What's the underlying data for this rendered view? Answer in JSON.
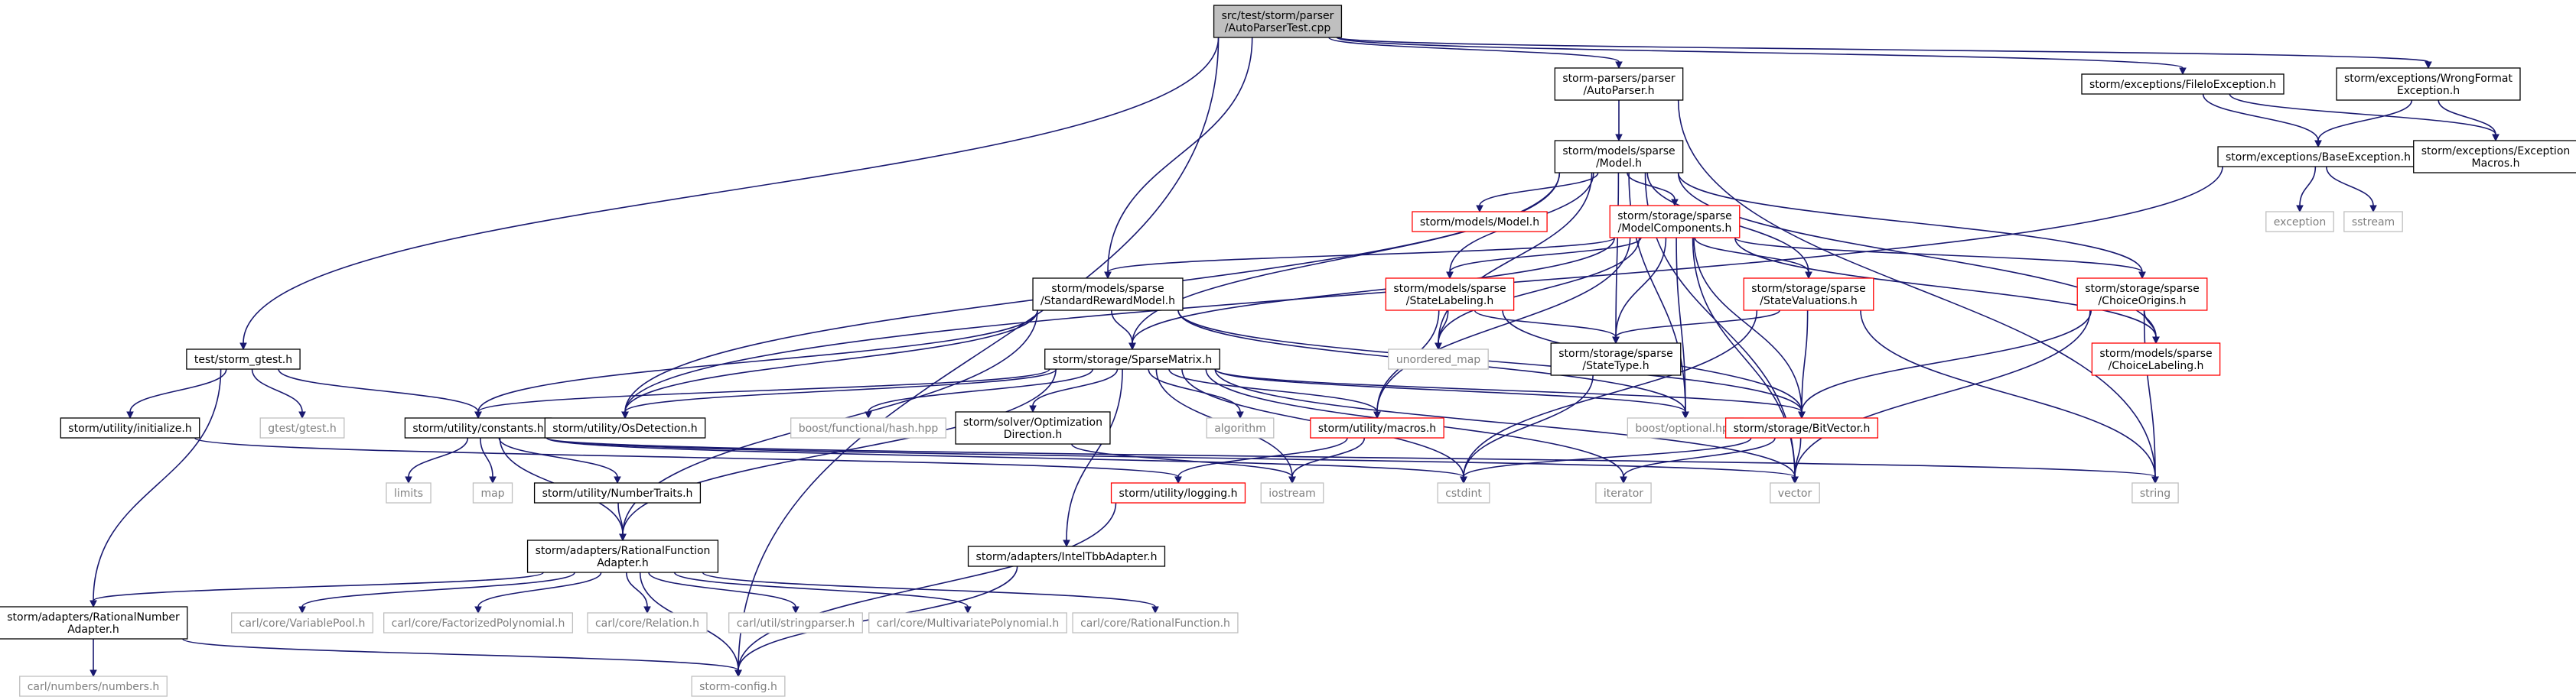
{
  "colors": {
    "edge": "#191970",
    "defined_border": "#000000",
    "truncated_border": "#ff0000",
    "system_border": "#bfbfbf",
    "root_fill": "#bfbfbf",
    "system_text": "#7f7f7f"
  },
  "nodes": [
    {
      "id": "root",
      "lines": [
        "src/test/storm/parser",
        "/AutoParserTest.cpp"
      ],
      "kind": "root"
    },
    {
      "id": "autoparser",
      "lines": [
        "storm-parsers/parser",
        "/AutoParser.h"
      ],
      "kind": "defined"
    },
    {
      "id": "fileio",
      "lines": [
        "storm/exceptions/FileIoException.h"
      ],
      "kind": "defined"
    },
    {
      "id": "wrongformat",
      "lines": [
        "storm/exceptions/WrongFormat",
        "Exception.h"
      ],
      "kind": "defined"
    },
    {
      "id": "model",
      "lines": [
        "storm/models/sparse",
        "/Model.h"
      ],
      "kind": "defined"
    },
    {
      "id": "baseexc",
      "lines": [
        "storm/exceptions/BaseException.h"
      ],
      "kind": "defined"
    },
    {
      "id": "excmacros",
      "lines": [
        "storm/exceptions/Exception",
        "Macros.h"
      ],
      "kind": "defined"
    },
    {
      "id": "modelsmodel",
      "lines": [
        "storm/models/Model.h"
      ],
      "kind": "truncated"
    },
    {
      "id": "modelcomp",
      "lines": [
        "storm/storage/sparse",
        "/ModelComponents.h"
      ],
      "kind": "truncated"
    },
    {
      "id": "exception",
      "lines": [
        "exception"
      ],
      "kind": "system"
    },
    {
      "id": "sstream",
      "lines": [
        "sstream"
      ],
      "kind": "system"
    },
    {
      "id": "stdreward",
      "lines": [
        "storm/models/sparse",
        "/StandardRewardModel.h"
      ],
      "kind": "defined"
    },
    {
      "id": "statelabeling",
      "lines": [
        "storm/models/sparse",
        "/StateLabeling.h"
      ],
      "kind": "truncated"
    },
    {
      "id": "statevals",
      "lines": [
        "storm/storage/sparse",
        "/StateValuations.h"
      ],
      "kind": "truncated"
    },
    {
      "id": "choiceorigins",
      "lines": [
        "storm/storage/sparse",
        "/ChoiceOrigins.h"
      ],
      "kind": "truncated"
    },
    {
      "id": "unorderedmap",
      "lines": [
        "unordered_map"
      ],
      "kind": "system"
    },
    {
      "id": "statetype",
      "lines": [
        "storm/storage/sparse",
        "/StateType.h"
      ],
      "kind": "defined"
    },
    {
      "id": "choicelabeling",
      "lines": [
        "storm/models/sparse",
        "/ChoiceLabeling.h"
      ],
      "kind": "truncated"
    },
    {
      "id": "gtestroot",
      "lines": [
        "test/storm_gtest.h"
      ],
      "kind": "defined"
    },
    {
      "id": "sparsematrix",
      "lines": [
        "storm/storage/SparseMatrix.h"
      ],
      "kind": "defined"
    },
    {
      "id": "initialize",
      "lines": [
        "storm/utility/initialize.h"
      ],
      "kind": "defined"
    },
    {
      "id": "gtesth",
      "lines": [
        "gtest/gtest.h"
      ],
      "kind": "system"
    },
    {
      "id": "constants",
      "lines": [
        "storm/utility/constants.h"
      ],
      "kind": "defined"
    },
    {
      "id": "osdetection",
      "lines": [
        "storm/utility/OsDetection.h"
      ],
      "kind": "defined"
    },
    {
      "id": "boosthash",
      "lines": [
        "boost/functional/hash.hpp"
      ],
      "kind": "system"
    },
    {
      "id": "optdir",
      "lines": [
        "storm/solver/Optimization",
        "Direction.h"
      ],
      "kind": "defined"
    },
    {
      "id": "algorithm",
      "lines": [
        "algorithm"
      ],
      "kind": "system"
    },
    {
      "id": "macros",
      "lines": [
        "storm/utility/macros.h"
      ],
      "kind": "truncated"
    },
    {
      "id": "boostoptional",
      "lines": [
        "boost/optional.hpp"
      ],
      "kind": "system"
    },
    {
      "id": "bitvector",
      "lines": [
        "storm/storage/BitVector.h"
      ],
      "kind": "truncated"
    },
    {
      "id": "limits",
      "lines": [
        "limits"
      ],
      "kind": "system"
    },
    {
      "id": "map",
      "lines": [
        "map"
      ],
      "kind": "system"
    },
    {
      "id": "numbertraits",
      "lines": [
        "storm/utility/NumberTraits.h"
      ],
      "kind": "defined"
    },
    {
      "id": "logging",
      "lines": [
        "storm/utility/logging.h"
      ],
      "kind": "truncated"
    },
    {
      "id": "iostream",
      "lines": [
        "iostream"
      ],
      "kind": "system"
    },
    {
      "id": "cstdint",
      "lines": [
        "cstdint"
      ],
      "kind": "system"
    },
    {
      "id": "iterator",
      "lines": [
        "iterator"
      ],
      "kind": "system"
    },
    {
      "id": "vector",
      "lines": [
        "vector"
      ],
      "kind": "system"
    },
    {
      "id": "string",
      "lines": [
        "string"
      ],
      "kind": "system"
    },
    {
      "id": "intelttb",
      "lines": [
        "storm/adapters/IntelTbbAdapter.h"
      ],
      "kind": "defined"
    },
    {
      "id": "ratfuncadapter",
      "lines": [
        "storm/adapters/RationalFunction",
        "Adapter.h"
      ],
      "kind": "defined"
    },
    {
      "id": "ratnumadapter",
      "lines": [
        "storm/adapters/RationalNumber",
        "Adapter.h"
      ],
      "kind": "defined"
    },
    {
      "id": "varpool",
      "lines": [
        "carl/core/VariablePool.h"
      ],
      "kind": "system"
    },
    {
      "id": "factpoly",
      "lines": [
        "carl/core/FactorizedPolynomial.h"
      ],
      "kind": "system"
    },
    {
      "id": "relation",
      "lines": [
        "carl/core/Relation.h"
      ],
      "kind": "system"
    },
    {
      "id": "stringparser",
      "lines": [
        "carl/util/stringparser.h"
      ],
      "kind": "system"
    },
    {
      "id": "multipoly",
      "lines": [
        "carl/core/MultivariatePolynomial.h"
      ],
      "kind": "system"
    },
    {
      "id": "ratfunc",
      "lines": [
        "carl/core/RationalFunction.h"
      ],
      "kind": "system"
    },
    {
      "id": "carlnumbers",
      "lines": [
        "carl/numbers/numbers.h"
      ],
      "kind": "system"
    },
    {
      "id": "stormconfig",
      "lines": [
        "storm-config.h"
      ],
      "kind": "system"
    }
  ],
  "edges": [
    [
      "root",
      "autoparser"
    ],
    [
      "root",
      "fileio"
    ],
    [
      "root",
      "wrongformat"
    ],
    [
      "root",
      "gtestroot"
    ],
    [
      "root",
      "stdreward"
    ],
    [
      "root",
      "stormconfig"
    ],
    [
      "autoparser",
      "model"
    ],
    [
      "autoparser",
      "string"
    ],
    [
      "fileio",
      "baseexc"
    ],
    [
      "fileio",
      "excmacros"
    ],
    [
      "wrongformat",
      "baseexc"
    ],
    [
      "wrongformat",
      "excmacros"
    ],
    [
      "baseexc",
      "exception"
    ],
    [
      "baseexc",
      "sstream"
    ],
    [
      "baseexc",
      "osdetection"
    ],
    [
      "model",
      "modelsmodel"
    ],
    [
      "model",
      "modelcomp"
    ],
    [
      "model",
      "statelabeling"
    ],
    [
      "model",
      "statevals"
    ],
    [
      "model",
      "choiceorigins"
    ],
    [
      "model",
      "choicelabeling"
    ],
    [
      "model",
      "unorderedmap"
    ],
    [
      "model",
      "statetype"
    ],
    [
      "model",
      "sparsematrix"
    ],
    [
      "model",
      "osdetection"
    ],
    [
      "model",
      "boostoptional"
    ],
    [
      "model",
      "vector"
    ],
    [
      "modelcomp",
      "stdreward"
    ],
    [
      "modelcomp",
      "statelabeling"
    ],
    [
      "modelcomp",
      "statevals"
    ],
    [
      "modelcomp",
      "choiceorigins"
    ],
    [
      "modelcomp",
      "choicelabeling"
    ],
    [
      "modelcomp",
      "unorderedmap"
    ],
    [
      "modelcomp",
      "statetype"
    ],
    [
      "modelcomp",
      "sparsematrix"
    ],
    [
      "modelcomp",
      "macros"
    ],
    [
      "modelcomp",
      "boostoptional"
    ],
    [
      "modelcomp",
      "bitvector"
    ],
    [
      "modelcomp",
      "vector"
    ],
    [
      "stdreward",
      "sparsematrix"
    ],
    [
      "stdreward",
      "constants"
    ],
    [
      "stdreward",
      "osdetection"
    ],
    [
      "stdreward",
      "ratfuncadapter"
    ],
    [
      "stdreward",
      "boostoptional"
    ],
    [
      "stdreward",
      "bitvector"
    ],
    [
      "statelabeling",
      "unorderedmap"
    ],
    [
      "statelabeling",
      "statetype"
    ],
    [
      "statelabeling",
      "macros"
    ],
    [
      "statelabeling",
      "bitvector"
    ],
    [
      "statevals",
      "statetype"
    ],
    [
      "statevals",
      "bitvector"
    ],
    [
      "statevals",
      "string"
    ],
    [
      "statevals",
      "cstdint"
    ],
    [
      "choiceorigins",
      "choicelabeling"
    ],
    [
      "choiceorigins",
      "bitvector"
    ],
    [
      "choiceorigins",
      "vector"
    ],
    [
      "choiceorigins",
      "string"
    ],
    [
      "statetype",
      "cstdint"
    ],
    [
      "gtestroot",
      "initialize"
    ],
    [
      "gtestroot",
      "gtesth"
    ],
    [
      "gtestroot",
      "constants"
    ],
    [
      "gtestroot",
      "ratnumadapter"
    ],
    [
      "initialize",
      "logging"
    ],
    [
      "sparsematrix",
      "constants"
    ],
    [
      "sparsematrix",
      "osdetection"
    ],
    [
      "sparsematrix",
      "boosthash"
    ],
    [
      "sparsematrix",
      "optdir"
    ],
    [
      "sparsematrix",
      "algorithm"
    ],
    [
      "sparsematrix",
      "macros"
    ],
    [
      "sparsematrix",
      "boostoptional"
    ],
    [
      "sparsematrix",
      "bitvector"
    ],
    [
      "sparsematrix",
      "iostream"
    ],
    [
      "sparsematrix",
      "cstdint"
    ],
    [
      "sparsematrix",
      "iterator"
    ],
    [
      "sparsematrix",
      "vector"
    ],
    [
      "sparsematrix",
      "intelttb"
    ],
    [
      "sparsematrix",
      "ratfuncadapter"
    ],
    [
      "constants",
      "limits"
    ],
    [
      "constants",
      "map"
    ],
    [
      "constants",
      "numbertraits"
    ],
    [
      "constants",
      "cstdint"
    ],
    [
      "constants",
      "vector"
    ],
    [
      "constants",
      "string"
    ],
    [
      "constants",
      "ratfuncadapter"
    ],
    [
      "optdir",
      "iostream"
    ],
    [
      "macros",
      "logging"
    ],
    [
      "macros",
      "iostream"
    ],
    [
      "bitvector",
      "cstdint"
    ],
    [
      "bitvector",
      "iterator"
    ],
    [
      "bitvector",
      "vector"
    ],
    [
      "numbertraits",
      "ratfuncadapter"
    ],
    [
      "logging",
      "stormconfig"
    ],
    [
      "intelttb",
      "stormconfig"
    ],
    [
      "ratfuncadapter",
      "ratnumadapter"
    ],
    [
      "ratfuncadapter",
      "varpool"
    ],
    [
      "ratfuncadapter",
      "factpoly"
    ],
    [
      "ratfuncadapter",
      "relation"
    ],
    [
      "ratfuncadapter",
      "stringparser"
    ],
    [
      "ratfuncadapter",
      "multipoly"
    ],
    [
      "ratfuncadapter",
      "ratfunc"
    ],
    [
      "ratfuncadapter",
      "stormconfig"
    ],
    [
      "ratnumadapter",
      "carlnumbers"
    ],
    [
      "ratnumadapter",
      "stormconfig"
    ]
  ]
}
